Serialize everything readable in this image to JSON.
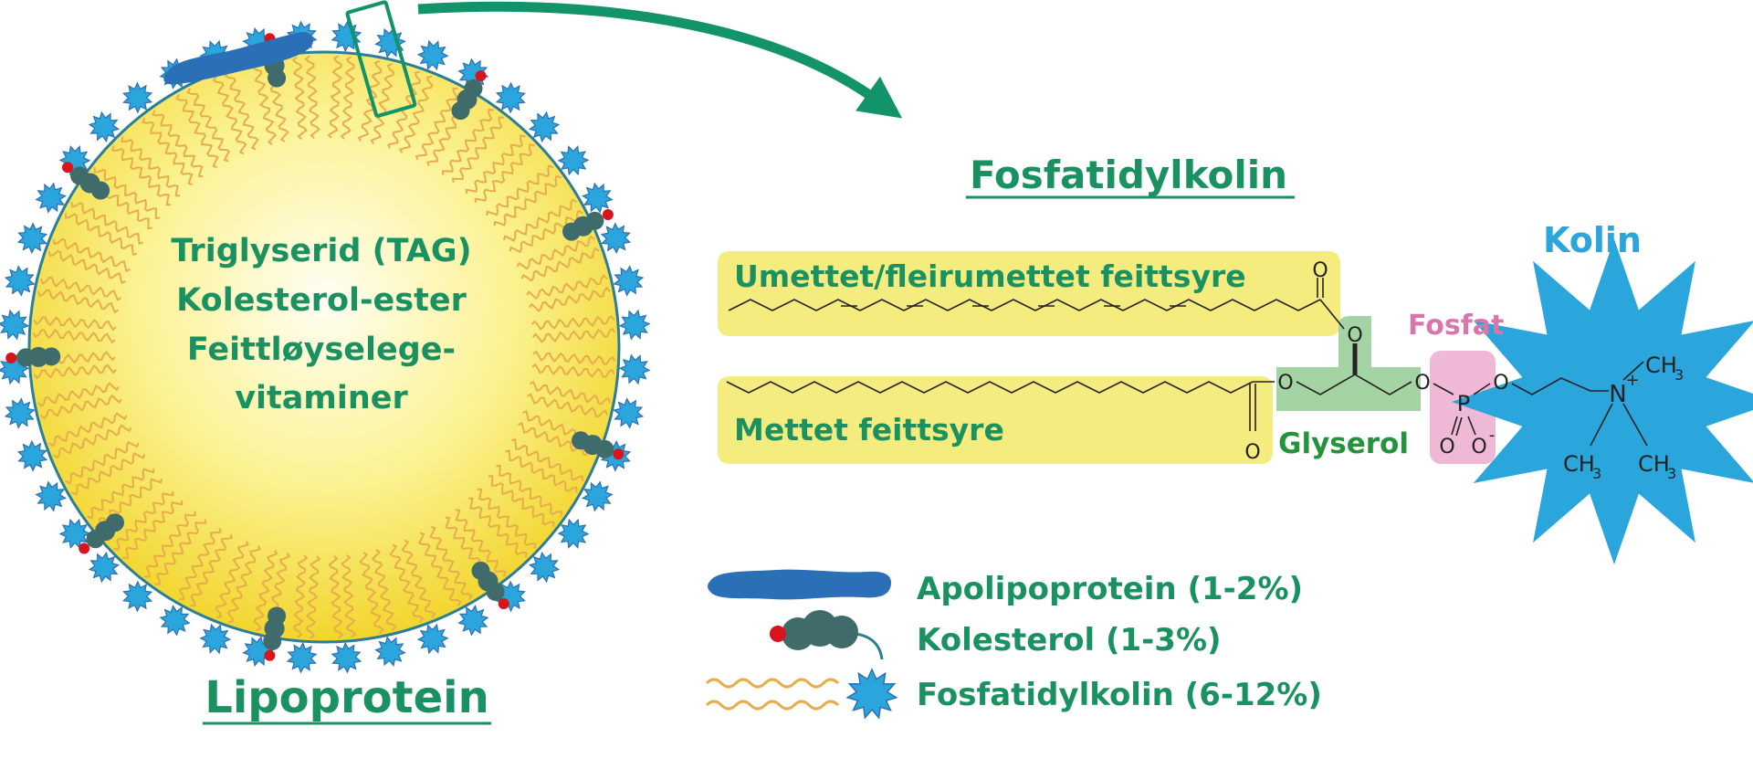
{
  "lipoprotein": {
    "title": "Lipoprotein",
    "core_lines": [
      "Triglyserid (TAG)",
      "Kolesterol-ester",
      "Feittløyselege-",
      "vitaminer"
    ]
  },
  "phospholipid": {
    "title": "Fosfatidylkolin",
    "unsaturated_label": "Umettet/fleirumettet feittsyre",
    "saturated_label": "Mettet feittsyre",
    "glycerol_label": "Glyserol",
    "phosphate_label": "Fosfat",
    "choline_label": "Kolin",
    "atoms": {
      "oxygen": "O",
      "phosphorus": "P",
      "nitrogen": "N",
      "plus": "+",
      "minus": "-",
      "ch3": "CH",
      "sub3": "3"
    }
  },
  "legend": {
    "items": [
      {
        "icon": "apolipoprotein-icon",
        "label": "Apolipoprotein (1-2%)"
      },
      {
        "icon": "cholesterol-icon",
        "label": "Kolesterol (1-3%)"
      },
      {
        "icon": "phosphatidylcholine-icon",
        "label": "Fosfatidylkolin (6-12%)"
      }
    ]
  },
  "colors": {
    "text_green": "#1a9160",
    "choline_blue": "#2aa6dc",
    "phosphate_pink": "#d877ac",
    "glycerol_green": "#23943c",
    "fatty_acid_bg": "#f4ec7e",
    "apoprotein_blue": "#2b6fb6",
    "cholesterol_gray": "#3f6b6a",
    "cholesterol_red": "#d8141d",
    "tail_orange": "#e7ad4c",
    "membrane_line": "#2a7e97"
  }
}
